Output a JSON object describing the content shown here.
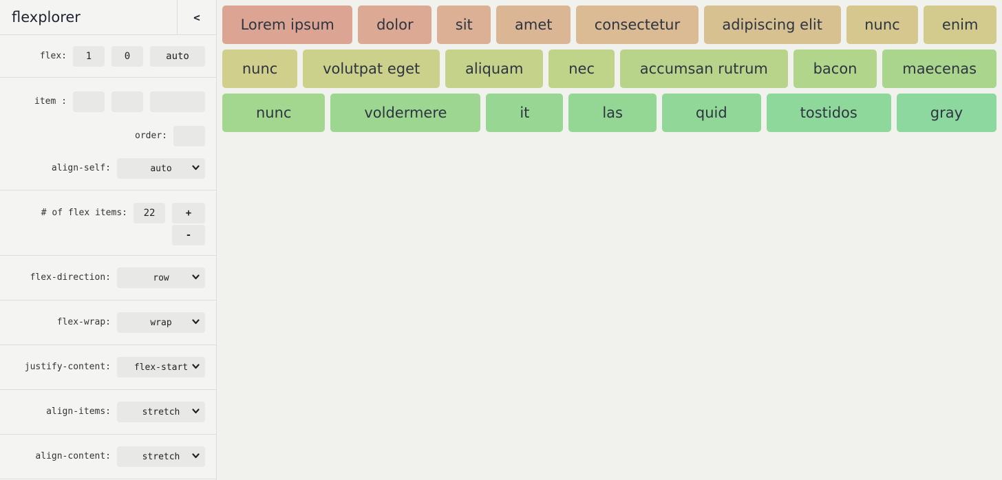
{
  "colors": {
    "main_bg": "#f1f1ee",
    "sidebar_bg": "#f4f4f2",
    "divider": "#dedddb",
    "control_bg": "#e8e8e6",
    "label_text": "#333333",
    "item_text": "#2e3440"
  },
  "sidebar": {
    "title": "flexplorer",
    "collapse_icon": "<",
    "flex_row": {
      "label": "flex:",
      "values": [
        "1",
        "0",
        "auto"
      ]
    },
    "item_row": {
      "label": "item :",
      "values": [
        "",
        "",
        ""
      ]
    },
    "order_row": {
      "label": "order:",
      "value": ""
    },
    "align_self": {
      "label": "align-self:",
      "value": "auto"
    },
    "count_row": {
      "label": "# of flex items:",
      "value": "22",
      "increment": "+",
      "decrement": "-"
    },
    "selects": [
      {
        "label": "flex-direction:",
        "value": "row"
      },
      {
        "label": "flex-wrap:",
        "value": "wrap"
      },
      {
        "label": "justify-content:",
        "value": "flex-start"
      },
      {
        "label": "align-items:",
        "value": "stretch"
      },
      {
        "label": "align-content:",
        "value": "stretch"
      }
    ]
  },
  "canvas": {
    "rows": [
      [
        {
          "label": "Lorem ipsum",
          "color": "#dca593"
        },
        {
          "label": "dolor",
          "color": "#dcaa94"
        },
        {
          "label": "sit",
          "color": "#dcb095"
        },
        {
          "label": "amet",
          "color": "#dbb695"
        },
        {
          "label": "consectetur",
          "color": "#dabb93"
        },
        {
          "label": "adipiscing elit",
          "color": "#d8c191"
        },
        {
          "label": "nunc",
          "color": "#d6c78f"
        },
        {
          "label": "enim",
          "color": "#d3cb8d"
        }
      ],
      [
        {
          "label": "nunc",
          "color": "#d0cf8b"
        },
        {
          "label": "volutpat eget",
          "color": "#cbd18a"
        },
        {
          "label": "aliquam",
          "color": "#c5d289"
        },
        {
          "label": "nec",
          "color": "#bfd389"
        },
        {
          "label": "accumsan rutrum",
          "color": "#b8d48a"
        },
        {
          "label": "bacon",
          "color": "#b1d58b"
        },
        {
          "label": "maecenas",
          "color": "#aad58d"
        }
      ],
      [
        {
          "label": "nunc",
          "color": "#a3d68f"
        },
        {
          "label": "voldermere",
          "color": "#9dd691"
        },
        {
          "label": "it",
          "color": "#98d793"
        },
        {
          "label": "las",
          "color": "#94d795"
        },
        {
          "label": "quid",
          "color": "#91d798"
        },
        {
          "label": "tostidos",
          "color": "#8fd89b"
        },
        {
          "label": "gray",
          "color": "#8dd89e"
        }
      ]
    ]
  }
}
